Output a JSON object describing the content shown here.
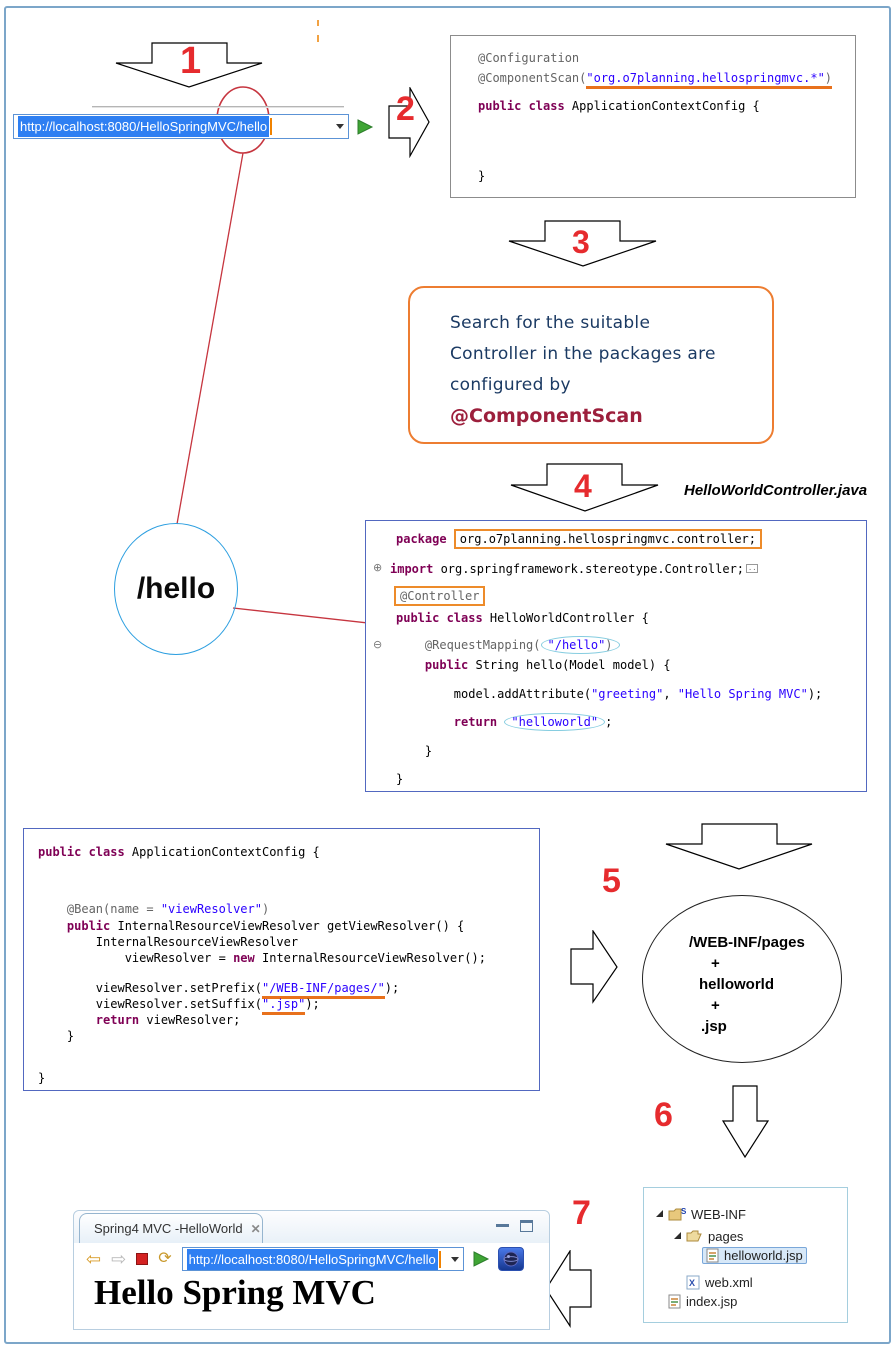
{
  "steps": [
    "1",
    "2",
    "3",
    "4",
    "5",
    "6",
    "7"
  ],
  "colors": {
    "step_red": "#e62b2e",
    "note_orange": "#ed7d31",
    "underline_orange": "#e8711c",
    "keyword_purple": "#7f0055",
    "string_blue": "#2a00ff",
    "annotation_gray": "#646464",
    "selection_blue": "#2e7ff2",
    "hello_circle_blue": "#2d9fe0",
    "red_line": "#c6353f"
  },
  "top_url": {
    "value": "http://localhost:8080/HelloSpringMVC/hello"
  },
  "config_code": {
    "l1": "@Configuration",
    "l2a": "@ComponentScan(",
    "l2b": "\"org.o7planning.hellospringmvc.*\"",
    "l2c": ")",
    "l3a": "public class ",
    "l3b": "ApplicationContextConfig {",
    "l4": "}"
  },
  "note": {
    "l1": "Search for the suitable",
    "l2": "Controller in the packages are",
    "l3": "configured by",
    "highlight": "@ComponentScan"
  },
  "controller": {
    "filename": "HelloWorldController.java",
    "gutter_plus": "⊕",
    "gutter_minus": "⊖",
    "pkg_kw": "package ",
    "pkg_val": "org.o7planning.hellospringmvc.controller;",
    "imp_kw": "import ",
    "imp_val": "org.springframework.stereotype.Controller;",
    "imp_collapsed": "..",
    "ann_controller": "@Controller",
    "cls_kw": "public class ",
    "cls_val": "HelloWorldController {",
    "rm_a": "    @RequestMapping(",
    "rm_str": "\"/hello\"",
    "rm_b": ")",
    "m_kw": "    public",
    "m_rest": " String hello(Model model) {",
    "attr_a": "        model.addAttribute(",
    "attr_s1": "\"greeting\"",
    "attr_c": ", ",
    "attr_s2": "\"Hello Spring MVC\"",
    "attr_b": ");",
    "ret_kw": "        return ",
    "ret_str": "\"helloworld\"",
    "ret_end": ";",
    "close1": "    }",
    "close2": "}"
  },
  "hello_circle": {
    "label": "/hello"
  },
  "resolver_code": {
    "l1a": "public class ",
    "l1b": "ApplicationContextConfig {",
    "bean_a": "    @Bean(name = ",
    "bean_s": "\"viewResolver\"",
    "bean_b": ")",
    "l2a": "    public",
    "l2b": " InternalResourceViewResolver getViewResolver() {",
    "l3": "        InternalResourceViewResolver",
    "l4a": "            viewResolver = ",
    "l4kw": "new",
    "l4b": " InternalResourceViewResolver();",
    "pre_a": "        viewResolver.setPrefix(",
    "pre_s": "\"/WEB-INF/pages/\"",
    "pre_b": ");",
    "suf_a": "        viewResolver.setSuffix(",
    "suf_s": "\".jsp\"",
    "suf_b": ");",
    "ret_kw": "        return",
    "ret_b": " viewResolver;",
    "c1": "    }",
    "c2": "}"
  },
  "view_ellipse": {
    "lines": [
      "/WEB-INF/pages",
      "+",
      "helloworld",
      "+",
      ".jsp"
    ]
  },
  "file_tree": {
    "folder_badge": "S",
    "xml_letter": "X",
    "items": [
      {
        "label": "WEB-INF"
      },
      {
        "label": "pages"
      },
      {
        "label": "helloworld.jsp",
        "selected": true
      },
      {
        "label": "web.xml"
      },
      {
        "label": "index.jsp"
      }
    ]
  },
  "browser": {
    "tab_title": "Spring4 MVC -HelloWorld",
    "close_glyph": "✕",
    "url": "http://localhost:8080/HelloSpringMVC/hello",
    "heading": "Hello Spring MVC",
    "back_glyph": "⇦",
    "forward_glyph": "⇨",
    "refresh_glyph": "⟳"
  }
}
